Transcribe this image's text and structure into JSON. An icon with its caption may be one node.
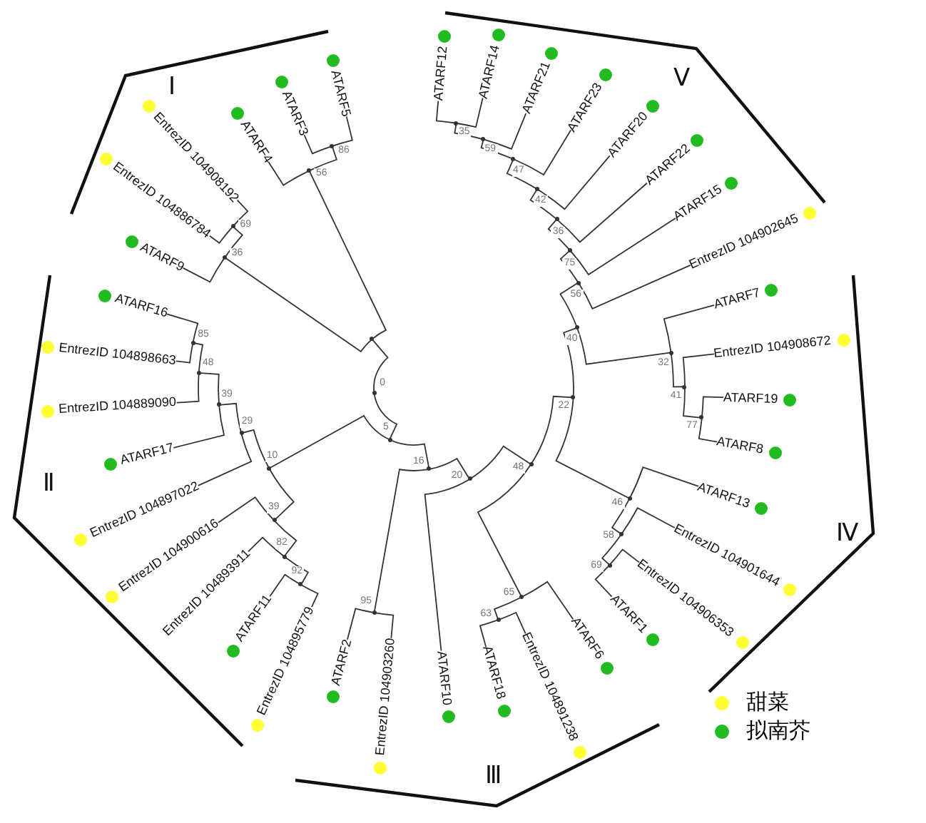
{
  "diagram": {
    "nodes": [
      {
        "text": [
          "ATARF12"
        ]
      },
      {
        "text": [
          "ATARF14"
        ]
      },
      {
        "text": [
          "ATARF21"
        ]
      },
      {
        "text": [
          "ATARF23"
        ]
      },
      {
        "text": [
          "ATARF20"
        ]
      },
      {
        "text": [
          "ATARF22"
        ]
      },
      {
        "text": [
          "ATARF15"
        ]
      },
      {
        "text": [
          "EntrezID 104902645"
        ]
      },
      {
        "text": [
          "ATARF7"
        ]
      },
      {
        "text": [
          "EntrezID 104908672"
        ]
      },
      {
        "text": [
          "ATARF19"
        ]
      },
      {
        "text": [
          "ATARF8"
        ]
      },
      {
        "text": [
          "ATARF13"
        ]
      },
      {
        "text": [
          "EntrezID 104901644"
        ]
      },
      {
        "text": [
          "EntrezID 104906353"
        ]
      },
      {
        "text": [
          "ATARF1"
        ]
      },
      {
        "text": [
          "ATARF6"
        ]
      },
      {
        "text": [
          "EntrezID 104891238"
        ]
      },
      {
        "text": [
          "ATARF18"
        ]
      },
      {
        "text": [
          "ATARF10"
        ]
      },
      {
        "text": [
          "EntrezID 104903260"
        ]
      },
      {
        "text": [
          "ATARF2"
        ]
      },
      {
        "text": [
          "EntrezID 104895779"
        ]
      },
      {
        "text": [
          "ATARF11"
        ]
      },
      {
        "text": [
          "EntrezID 104893911"
        ]
      },
      {
        "text": [
          "EntrezID 104900616"
        ]
      },
      {
        "text": [
          "EntrezID 104897022"
        ]
      },
      {
        "text": [
          "ATARF17"
        ]
      },
      {
        "text": [
          "EntrezID 104889090"
        ]
      },
      {
        "text": [
          "EntrezID 104898663"
        ]
      },
      {
        "text": [
          "ATARF16"
        ]
      },
      {
        "text": [
          "ATARF9"
        ]
      },
      {
        "text": [
          "EntrezID 104886784"
        ]
      },
      {
        "text": [
          "EntrezID 104908192"
        ]
      },
      {
        "text": [
          "ATARF4"
        ]
      },
      {
        "text": [
          "ATARF3"
        ]
      },
      {
        "text": [
          "ATARF5"
        ]
      },
      {
        "text": [],
        "shape": "point",
        "beside": [
          "35"
        ]
      },
      {
        "text": [],
        "shape": "point",
        "beside": [
          "59"
        ]
      },
      {
        "text": [],
        "shape": "point",
        "beside": [
          "47"
        ]
      },
      {
        "text": [],
        "shape": "point",
        "beside": [
          "42"
        ]
      },
      {
        "text": [],
        "shape": "point",
        "beside": [
          "36"
        ]
      },
      {
        "text": [],
        "shape": "point",
        "beside": [
          "75"
        ]
      },
      {
        "text": [],
        "shape": "point",
        "beside": [
          "56"
        ]
      },
      {
        "text": [],
        "shape": "point",
        "beside": [
          "77"
        ]
      },
      {
        "text": [],
        "shape": "point",
        "beside": [
          "41"
        ]
      },
      {
        "text": [],
        "shape": "point",
        "beside": [
          "32"
        ]
      },
      {
        "text": [],
        "shape": "point",
        "beside": [
          "40"
        ]
      },
      {
        "text": [],
        "shape": "point",
        "beside": [
          "69"
        ]
      },
      {
        "text": [],
        "shape": "point",
        "beside": [
          "58"
        ]
      },
      {
        "text": [],
        "shape": "point",
        "beside": [
          "46"
        ]
      },
      {
        "text": [],
        "shape": "point",
        "beside": [
          "22"
        ]
      },
      {
        "text": [],
        "shape": "point",
        "beside": [
          "63"
        ]
      },
      {
        "text": [],
        "shape": "point",
        "beside": [
          "65"
        ]
      },
      {
        "text": [],
        "shape": "point",
        "beside": [
          "48"
        ]
      },
      {
        "text": [],
        "shape": "point",
        "beside": [
          "20"
        ]
      },
      {
        "text": [],
        "shape": "point",
        "beside": [
          "95"
        ]
      },
      {
        "text": [],
        "shape": "point",
        "beside": [
          "16"
        ]
      },
      {
        "text": [],
        "shape": "point",
        "beside": [
          "92"
        ]
      },
      {
        "text": [],
        "shape": "point",
        "beside": [
          "82"
        ]
      },
      {
        "text": [],
        "shape": "point",
        "beside": [
          "39"
        ]
      },
      {
        "text": [],
        "shape": "point",
        "beside": [
          "85"
        ]
      },
      {
        "text": [],
        "shape": "point",
        "beside": [
          "48"
        ]
      },
      {
        "text": [],
        "shape": "point",
        "beside": [
          "39"
        ]
      },
      {
        "text": [],
        "shape": "point",
        "beside": [
          "29"
        ]
      },
      {
        "text": [],
        "shape": "point",
        "beside": [
          "10"
        ]
      },
      {
        "text": [],
        "shape": "point",
        "beside": [
          "5"
        ]
      },
      {
        "text": [],
        "shape": "point",
        "beside": [
          "86"
        ]
      },
      {
        "text": [],
        "shape": "point",
        "beside": [
          "56"
        ]
      },
      {
        "text": [],
        "shape": "point",
        "beside": [
          "69"
        ]
      },
      {
        "text": [],
        "shape": "point",
        "beside": [
          "36"
        ]
      },
      {
        "text": [],
        "shape": "point"
      },
      {
        "text": [],
        "shape": "point",
        "beside": [
          "0"
        ]
      },
      {
        "text": [],
        "shape": "circle"
      },
      {
        "text": [],
        "shape": "circle"
      },
      {
        "text": [],
        "shape": "circle"
      },
      {
        "text": [],
        "shape": "circle"
      },
      {
        "text": [],
        "shape": "circle"
      },
      {
        "text": [],
        "shape": "circle"
      },
      {
        "text": [],
        "shape": "circle"
      },
      {
        "text": [],
        "shape": "circle"
      },
      {
        "text": [],
        "shape": "circle"
      },
      {
        "text": [],
        "shape": "circle"
      },
      {
        "text": [],
        "shape": "circle"
      },
      {
        "text": [],
        "shape": "circle"
      },
      {
        "text": [],
        "shape": "circle"
      },
      {
        "text": [],
        "shape": "circle"
      },
      {
        "text": [],
        "shape": "circle"
      },
      {
        "text": [],
        "shape": "circle"
      },
      {
        "text": [],
        "shape": "circle"
      },
      {
        "text": [],
        "shape": "circle"
      },
      {
        "text": [],
        "shape": "circle"
      },
      {
        "text": [],
        "shape": "circle"
      },
      {
        "text": [],
        "shape": "circle"
      },
      {
        "text": [],
        "shape": "circle"
      },
      {
        "text": [],
        "shape": "circle"
      },
      {
        "text": [],
        "shape": "circle"
      },
      {
        "text": [],
        "shape": "circle"
      },
      {
        "text": [],
        "shape": "circle"
      },
      {
        "text": [],
        "shape": "circle"
      },
      {
        "text": [],
        "shape": "circle"
      },
      {
        "text": [],
        "shape": "circle"
      },
      {
        "text": [],
        "shape": "circle"
      },
      {
        "text": [],
        "shape": "circle"
      },
      {
        "text": [],
        "shape": "circle"
      },
      {
        "text": [],
        "shape": "circle"
      },
      {
        "text": [],
        "shape": "circle"
      },
      {
        "text": [],
        "shape": "circle"
      },
      {
        "text": [],
        "shape": "circle"
      }
    ],
    "edges": [
      {
        "from": 37,
        "to": 0,
        "arrow": "none"
      },
      {
        "from": 37,
        "to": 1,
        "arrow": "none"
      },
      {
        "from": 38,
        "to": 37,
        "arrow": "none"
      },
      {
        "from": 38,
        "to": 2,
        "arrow": "none"
      },
      {
        "from": 39,
        "to": 38,
        "arrow": "none"
      },
      {
        "from": 39,
        "to": 3,
        "arrow": "none"
      },
      {
        "from": 40,
        "to": 39,
        "arrow": "none"
      },
      {
        "from": 40,
        "to": 4,
        "arrow": "none"
      },
      {
        "from": 41,
        "to": 40,
        "arrow": "none"
      },
      {
        "from": 41,
        "to": 5,
        "arrow": "none"
      },
      {
        "from": 42,
        "to": 41,
        "arrow": "none"
      },
      {
        "from": 42,
        "to": 6,
        "arrow": "none"
      },
      {
        "from": 43,
        "to": 42,
        "arrow": "none"
      },
      {
        "from": 43,
        "to": 7,
        "arrow": "none"
      },
      {
        "from": 44,
        "to": 10,
        "arrow": "none"
      },
      {
        "from": 44,
        "to": 11,
        "arrow": "none"
      },
      {
        "from": 45,
        "to": 9,
        "arrow": "none"
      },
      {
        "from": 45,
        "to": 44,
        "arrow": "none"
      },
      {
        "from": 46,
        "to": 8,
        "arrow": "none"
      },
      {
        "from": 46,
        "to": 45,
        "arrow": "none"
      },
      {
        "from": 47,
        "to": 43,
        "arrow": "none"
      },
      {
        "from": 47,
        "to": 46,
        "arrow": "none"
      },
      {
        "from": 48,
        "to": 15,
        "arrow": "none"
      },
      {
        "from": 48,
        "to": 14,
        "arrow": "none"
      },
      {
        "from": 49,
        "to": 13,
        "arrow": "none"
      },
      {
        "from": 49,
        "to": 48,
        "arrow": "none"
      },
      {
        "from": 50,
        "to": 12,
        "arrow": "none"
      },
      {
        "from": 50,
        "to": 49,
        "arrow": "none"
      },
      {
        "from": 51,
        "to": 47,
        "arrow": "none"
      },
      {
        "from": 51,
        "to": 50,
        "arrow": "none"
      },
      {
        "from": 52,
        "to": 18,
        "arrow": "none"
      },
      {
        "from": 52,
        "to": 17,
        "arrow": "none"
      },
      {
        "from": 53,
        "to": 52,
        "arrow": "none"
      },
      {
        "from": 53,
        "to": 16,
        "arrow": "none"
      },
      {
        "from": 54,
        "to": 51,
        "arrow": "none"
      },
      {
        "from": 54,
        "to": 53,
        "arrow": "none"
      },
      {
        "from": 55,
        "to": 54,
        "arrow": "none"
      },
      {
        "from": 55,
        "to": 19,
        "arrow": "none"
      },
      {
        "from": 56,
        "to": 21,
        "arrow": "none"
      },
      {
        "from": 56,
        "to": 20,
        "arrow": "none"
      },
      {
        "from": 57,
        "to": 55,
        "arrow": "none"
      },
      {
        "from": 57,
        "to": 56,
        "arrow": "none"
      },
      {
        "from": 58,
        "to": 23,
        "arrow": "none"
      },
      {
        "from": 58,
        "to": 22,
        "arrow": "none"
      },
      {
        "from": 59,
        "to": 24,
        "arrow": "none"
      },
      {
        "from": 59,
        "to": 58,
        "arrow": "none"
      },
      {
        "from": 60,
        "to": 25,
        "arrow": "none"
      },
      {
        "from": 60,
        "to": 59,
        "arrow": "none"
      },
      {
        "from": 61,
        "to": 30,
        "arrow": "none"
      },
      {
        "from": 61,
        "to": 29,
        "arrow": "none"
      },
      {
        "from": 62,
        "to": 61,
        "arrow": "none"
      },
      {
        "from": 62,
        "to": 28,
        "arrow": "none"
      },
      {
        "from": 63,
        "to": 62,
        "arrow": "none"
      },
      {
        "from": 63,
        "to": 27,
        "arrow": "none"
      },
      {
        "from": 64,
        "to": 63,
        "arrow": "none"
      },
      {
        "from": 64,
        "to": 26,
        "arrow": "none"
      },
      {
        "from": 65,
        "to": 64,
        "arrow": "none"
      },
      {
        "from": 65,
        "to": 60,
        "arrow": "none"
      },
      {
        "from": 66,
        "to": 57,
        "arrow": "none"
      },
      {
        "from": 66,
        "to": 65,
        "arrow": "none"
      },
      {
        "from": 67,
        "to": 36,
        "arrow": "none"
      },
      {
        "from": 67,
        "to": 35,
        "arrow": "none"
      },
      {
        "from": 68,
        "to": 67,
        "arrow": "none"
      },
      {
        "from": 68,
        "to": 34,
        "arrow": "none"
      },
      {
        "from": 69,
        "to": 33,
        "arrow": "none"
      },
      {
        "from": 69,
        "to": 32,
        "arrow": "none"
      },
      {
        "from": 70,
        "to": 69,
        "arrow": "none"
      },
      {
        "from": 70,
        "to": 31,
        "arrow": "none"
      },
      {
        "from": 71,
        "to": 68,
        "arrow": "none"
      },
      {
        "from": 71,
        "to": 70,
        "arrow": "none"
      },
      {
        "from": 72,
        "to": 66,
        "arrow": "none"
      },
      {
        "from": 72,
        "to": 71,
        "arrow": "none"
      }
    ],
    "labels": [
      "Ⅴ",
      "Ⅰ",
      "Ⅱ",
      "Ⅳ",
      "Ⅲ"
    ],
    "legend": [
      {
        "text": "甜菜",
        "color": "#ffff33"
      },
      {
        "text": "拟南芥",
        "color": "#22bb22"
      }
    ]
  }
}
